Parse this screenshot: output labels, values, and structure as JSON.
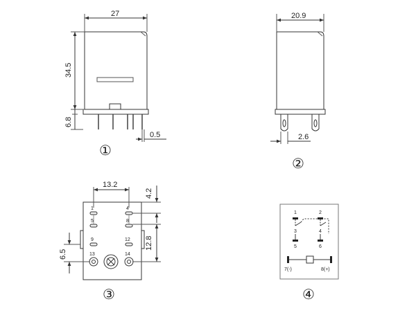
{
  "views": {
    "front": {
      "number": "①",
      "width": "27",
      "height": "34.5",
      "pin_length": "6.8",
      "pin_thickness": "0.5"
    },
    "side": {
      "number": "②",
      "width": "20.9",
      "pin_width": "2.6"
    },
    "bottom": {
      "number": "③",
      "pin_spacing_x": "13.2",
      "top_offset": "4.2",
      "pin_spacing_y": "12.8",
      "side_offset": "6.5",
      "pins": [
        "1",
        "4",
        "5",
        "8",
        "9",
        "12",
        "13",
        "14"
      ]
    },
    "schematic": {
      "number": "④",
      "labels": [
        "1",
        "2",
        "3",
        "4",
        "5",
        "6",
        "7(-)",
        "8(+)"
      ]
    }
  }
}
